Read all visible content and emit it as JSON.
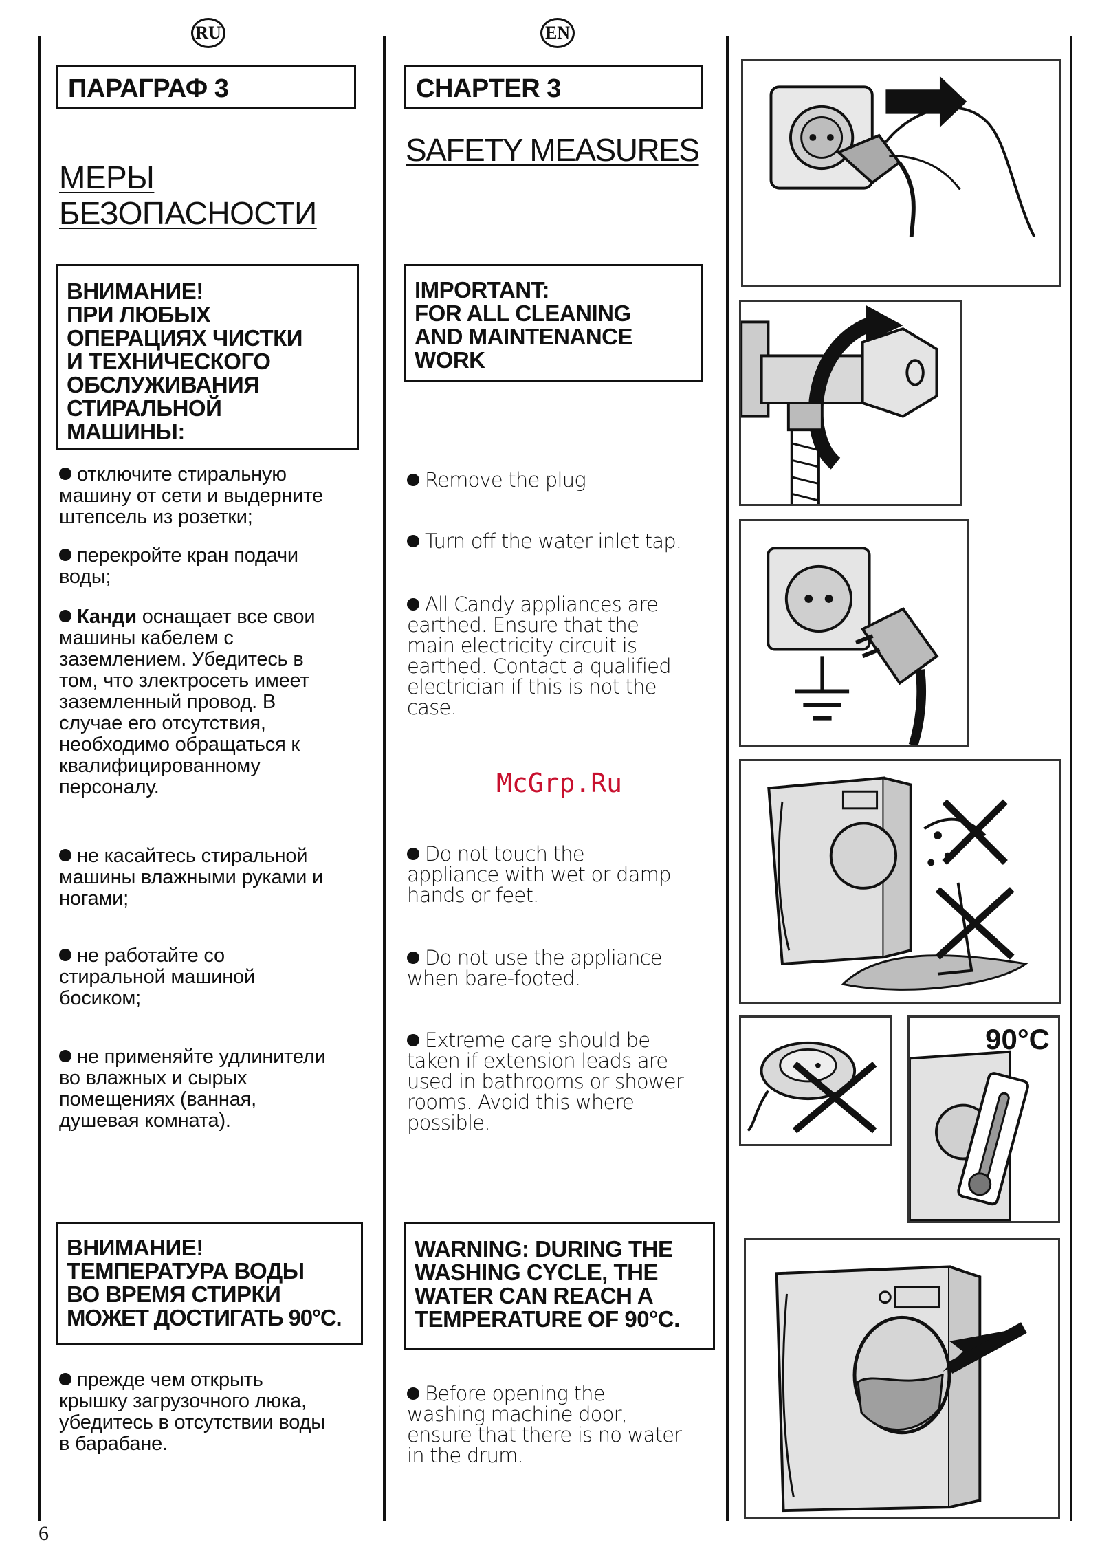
{
  "ru": {
    "lang_badge": "RU",
    "chapter": "ПАРАГРАФ 3",
    "heading_line1": "МЕРЫ",
    "heading_line2": "БЕЗОПАСНОСТИ",
    "important_box": [
      "ВНИМАНИЕ!",
      "ПРИ ЛЮБЫХ",
      "ОПЕРАЦИЯХ ЧИСТКИ",
      "И ТЕХНИЧЕСКОГО",
      "ОБСЛУЖИВАНИЯ",
      "СТИРАЛЬНОЙ",
      "МАШИНЫ:"
    ],
    "items": [
      [
        "отключите стиральную",
        "машину от сети и выдерните",
        "штепсель из розетки;"
      ],
      [
        "перекройте кран подачи",
        "воды;"
      ],
      [
        "Канди оснащает все свои",
        "машины кабелем с",
        "заземлением. Убедитесь в",
        "том, что злектросеть имеет",
        "заземленный провод. В",
        "случае его отсутствия,",
        "необходимо обращаться к",
        "квалифицированному",
        "персоналу."
      ],
      [
        "не касайтесь стиральной",
        "машины влажными руками и",
        "ногами;"
      ],
      [
        "не работайте со",
        "стиральной машиной",
        "босиком;"
      ],
      [
        "не применяйте удлинители",
        "во влажных и сырых",
        "помещениях (ванная,",
        "душевая комната)."
      ]
    ],
    "warning_box": [
      "ВНИМАНИЕ!",
      "ТЕМПЕРАТУРА ВОДЫ",
      "ВО ВРЕМЯ СТИРКИ",
      "МОЖЕТ ДОСТИГАТЬ 90°С."
    ],
    "last_item": [
      "прежде чем открыть",
      "крышку загрузочного люка,",
      "убедитесь в отсутствии воды",
      "в барабане."
    ]
  },
  "en": {
    "lang_badge": "EN",
    "chapter": "CHAPTER 3",
    "heading": "SAFETY MEASURES",
    "important_box": [
      "IMPORTANT:",
      "FOR ALL CLEANING",
      "AND MAINTENANCE",
      "WORK"
    ],
    "items": [
      [
        "Remove the plug"
      ],
      [
        "Turn off the water inlet tap."
      ],
      [
        "All Candy appliances are",
        "earthed. Ensure that the",
        "main electricity circuit is",
        "earthed. Contact a qualified",
        "electrician if this is not the",
        "case."
      ],
      [
        "Do not touch the",
        "appliance with wet or damp",
        "hands or feet."
      ],
      [
        "Do not use the appliance",
        "when bare-footed."
      ],
      [
        "Extreme care should be",
        "taken if extension leads are",
        "used in bathrooms or shower",
        "rooms. Avoid this where",
        "possible."
      ]
    ],
    "warning_box": [
      "WARNING: DURING THE",
      "WASHING CYCLE, THE",
      "WATER CAN REACH A",
      "TEMPERATURE OF 90°C."
    ],
    "last_item": [
      "Before opening the",
      "washing machine door,",
      "ensure that there is no water",
      "in the drum."
    ]
  },
  "illustrations": {
    "unplug": "unplug-illustration",
    "tap": "water-tap-illustration",
    "earth": "earthed-socket-illustration",
    "wet": "wet-hands-feet-illustration",
    "extension": "extension-lead-illustration",
    "temperature_label": "90°C",
    "drum": "drum-water-illustration"
  },
  "watermark": "McGrp.Ru",
  "page_number": "6"
}
